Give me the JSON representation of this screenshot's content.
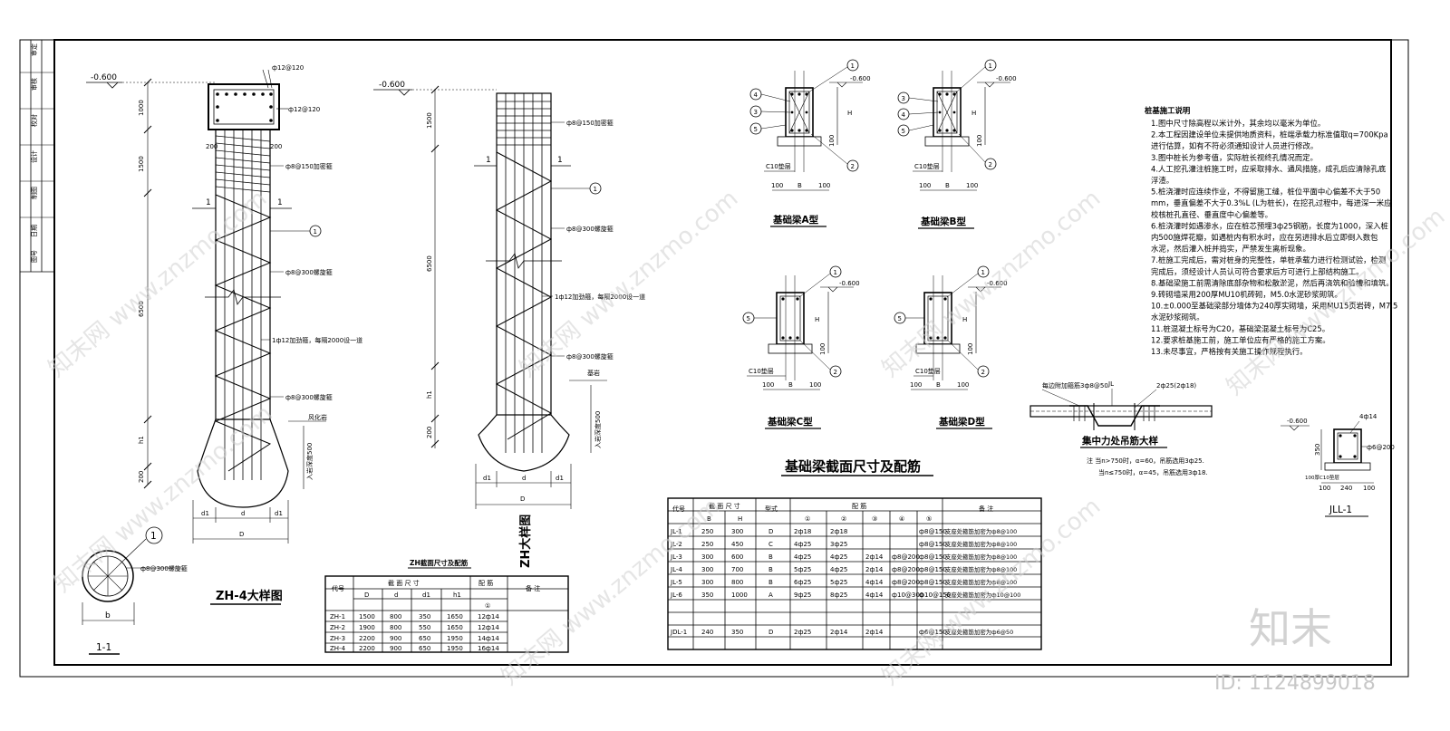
{
  "watermark": {
    "brand_text": "知末网 www.znzmo.com",
    "logo_text": "知末",
    "id_text": "ID: 1124899018"
  },
  "pile_zh4": {
    "elev": "-0.600",
    "top_bar_label": "ф12@120",
    "mid_bar_label": "ф12@120",
    "stirrup_labels": [
      "ф8@150加密箍",
      "ф8@300螺旋箍",
      "ф8@300螺旋箍"
    ],
    "ring_label": "1ф12加劲箍，每隔2000设一道",
    "dims": [
      "1000",
      "1500",
      "6500",
      "h1",
      "200",
      "200",
      "200"
    ],
    "base_dims": [
      "d1",
      "d",
      "d1",
      "D"
    ],
    "side_label": "入岩深度500",
    "marker": "1",
    "section_marker_left": "1",
    "section_marker_right": "1",
    "title": "ZH-4大样图",
    "hatch_note": "风化岩"
  },
  "section_11": {
    "marker": "1",
    "label": "ф8@300螺旋箍",
    "dim": "b",
    "title": "1-1"
  },
  "pile_zh": {
    "elev": "-0.600",
    "labels": [
      "ф8@150加密箍",
      "ф8@300螺旋箍",
      "1ф12加劲箍，每隔2000设一道",
      "ф8@300螺旋箍"
    ],
    "dims": [
      "1500",
      "6500",
      "h1",
      "200"
    ],
    "base_dims": [
      "d1",
      "d",
      "d1",
      "D"
    ],
    "side_label": "入岩深度500",
    "rock": "基岩",
    "marker": "1",
    "section_markers": [
      "1",
      "1"
    ],
    "title": "ZH大样图"
  },
  "zh_table": {
    "title": "ZH截面尺寸及配筋",
    "h_code": "代号",
    "h_dims": "截 面 尺 寸",
    "h_reinf": "配 筋",
    "h_note": "备 注",
    "sub": [
      "D",
      "d",
      "d1",
      "h1",
      "①"
    ],
    "rows": [
      [
        "ZH-1",
        "1500",
        "800",
        "350",
        "1650",
        "12ф14"
      ],
      [
        "ZH-2",
        "1900",
        "800",
        "550",
        "1650",
        "12ф14"
      ],
      [
        "ZH-3",
        "2200",
        "900",
        "650",
        "1950",
        "14ф14"
      ],
      [
        "ZH-4",
        "2200",
        "900",
        "650",
        "1950",
        "16ф14"
      ]
    ]
  },
  "beams": [
    {
      "title": "基础梁A型",
      "elev": "-0.600",
      "markers": [
        "1",
        "4",
        "3",
        "5",
        "2"
      ],
      "dims": [
        "100",
        "B",
        "100"
      ],
      "h": "H",
      "base": "C10垫层",
      "bottom": "100"
    },
    {
      "title": "基础梁B型",
      "elev": "-0.600",
      "markers": [
        "1",
        "3",
        "4",
        "5",
        "2"
      ],
      "dims": [
        "100",
        "B",
        "100"
      ],
      "h": "H",
      "base": "C10垫层",
      "bottom": "100"
    },
    {
      "title": "基础梁C型",
      "elev": "-0.600",
      "markers": [
        "1",
        "5",
        "2"
      ],
      "dims": [
        "100",
        "B",
        "100"
      ],
      "h": "H",
      "base": "C10垫层",
      "bottom": "100"
    },
    {
      "title": "基础梁D型",
      "elev": "-0.600",
      "markers": [
        "1",
        "5",
        "2"
      ],
      "dims": [
        "100",
        "B",
        "100"
      ],
      "h": "H",
      "base": "C10垫层",
      "bottom": "100"
    }
  ],
  "beam_table": {
    "title": "基础梁截面尺寸及配筋",
    "h_code": "代号",
    "h_dims": "截 面 尺 寸",
    "h_type": "型式",
    "h_reinf": "配 筋",
    "h_note": "备 注",
    "sub": [
      "B",
      "H",
      "①",
      "②",
      "③",
      "④",
      "⑤"
    ],
    "rows": [
      [
        "JL-1",
        "250",
        "300",
        "D",
        "2ф18",
        "2ф18",
        "",
        "",
        "ф8@150",
        "支座处箍筋加密为ф8@100"
      ],
      [
        "JL-2",
        "250",
        "450",
        "C",
        "4ф25",
        "3ф25",
        "",
        "",
        "ф8@150",
        "支座处箍筋加密为ф8@100"
      ],
      [
        "JL-3",
        "300",
        "600",
        "B",
        "4ф25",
        "4ф25",
        "2ф14",
        "ф8@200",
        "ф8@150",
        "支座处箍筋加密为ф8@100"
      ],
      [
        "JL-4",
        "300",
        "700",
        "B",
        "5ф25",
        "4ф25",
        "2ф14",
        "ф8@200",
        "ф8@150",
        "支座处箍筋加密为ф8@100"
      ],
      [
        "JL-5",
        "300",
        "800",
        "B",
        "6ф25",
        "5ф25",
        "4ф14",
        "ф8@200",
        "ф8@150",
        "支座处箍筋加密为ф8@100"
      ],
      [
        "JL-6",
        "350",
        "1000",
        "A",
        "9ф25",
        "8ф25",
        "4ф14",
        "ф10@300",
        "ф10@150",
        "支座处箍筋加密为ф10@100"
      ],
      [
        "",
        "",
        "",
        "",
        "",
        "",
        "",
        "",
        "",
        ""
      ],
      [
        "JDL-1",
        "240",
        "350",
        "D",
        "2ф25",
        "2ф14",
        "2ф14",
        "",
        "ф6@150",
        "支座处箍筋加密为ф6@50"
      ]
    ]
  },
  "notes": {
    "title": "桩基施工说明",
    "lines": [
      "1.图中尺寸除高程以米计外，其余均以毫米为单位。",
      "2.本工程因建设单位未提供地质资料，桩端承载力标准值取q=700Kpa",
      "  进行估算，如有不符必须通知设计人员进行修改。",
      "3.图中桩长为参考值，实际桩长视终孔情况而定。",
      "4.人工挖孔灌注桩施工时，应采取排水、通风措施，成孔后应清除孔底",
      "  浮渣。",
      "5.桩浇灌时应连续作业，不得留施工缝，桩位平面中心偏差不大于50",
      "  mm，垂直偏差不大于0.3%L (L为桩长)，在挖孔过程中，每进深一米应",
      "  校核桩孔直径、垂直度中心偏差等。",
      "6.桩浇灌时如遇渗水，应在桩芯预埋3ф25钢筋，长度为1000，深入桩",
      "  内500施焊花瓣，如遇桩内有积水时，应在另进排水后立即倒入数包",
      "  水泥，然后灌入桩并捣实，严禁发生离析现象。",
      "7.桩施工完成后，需对桩身的完整性，单桩承载力进行检测试验，检测",
      "  完成后，须经设计人员认可符合要求后方可进行上部结构施工。",
      "8.基础梁施工前需清除底部杂物和松散淤泥，然后再浇筑和验槽和填筑。",
      "9.砖砌墙采用200厚MU10机砖砌，M5.0水泥砂浆砌筑。",
      "10.±0.000至基础梁部分墙体为240厚实砌墙，采用MU15页岩砖，M7.5",
      "  水泥砂浆砌筑。",
      "11.桩混凝土标号为C20，基础梁混凝土标号为C25。",
      "12.要求桩基施工前，施工单位应有严格的施工方案。",
      "13.未尽事宜，严格按有关施工操作规程执行。"
    ]
  },
  "hanger": {
    "title": "集中力处吊筋大样",
    "labels": [
      "每边附加箍筋3ф8@50",
      "JL",
      "2ф25(2ф18)"
    ],
    "note1": "注 当n>750时，α=60，吊筋选用3ф25.",
    "note2": "当n≤750时，α=45，吊筋选用3ф18."
  },
  "jll": {
    "elev": "-0.600",
    "top": "4ф14",
    "stirrup": "ф6@200",
    "h": "350",
    "base": "100厚C10垫层",
    "dims": [
      "100",
      "240",
      "100"
    ],
    "title": "JLL-1"
  },
  "title_block": [
    "审定",
    "审核",
    "校对",
    "设计",
    "制图",
    "日期",
    "图号"
  ]
}
